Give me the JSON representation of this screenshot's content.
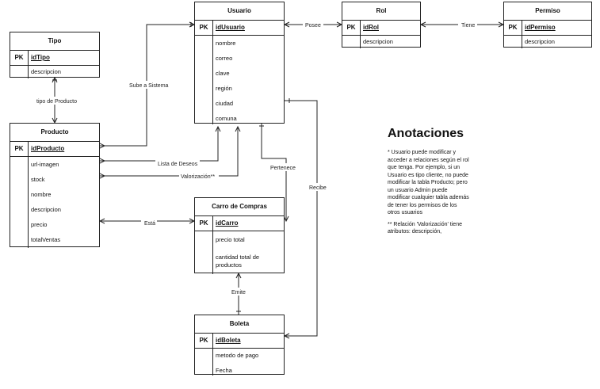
{
  "entities": {
    "tipo": {
      "title": "Tipo",
      "pk": "idTipo",
      "attrs": [
        "descripcion"
      ]
    },
    "producto": {
      "title": "Producto",
      "pk": "idProducto",
      "attrs": [
        "url-imagen",
        "stock",
        "nombre",
        "descripcion",
        "precio",
        "totalVentas"
      ]
    },
    "usuario": {
      "title": "Usuario",
      "pk": "idUsuario",
      "attrs": [
        "nombre",
        "correo",
        "clave",
        "región",
        "ciudad",
        "comuna"
      ]
    },
    "rol": {
      "title": "Rol",
      "pk": "idRol",
      "attrs": [
        "descripcion"
      ]
    },
    "permiso": {
      "title": "Permiso",
      "pk": "idPermiso",
      "attrs": [
        "descripcion"
      ]
    },
    "carro": {
      "title": "Carro de Compras",
      "pk": "idCarro",
      "attrs": [
        "precio total",
        "cantidad total de\nproductos"
      ]
    },
    "boleta": {
      "title": "Boleta",
      "pk": "idBoleta",
      "attrs": [
        "metodo de pago",
        "Fecha"
      ]
    }
  },
  "pk_label": "PK",
  "relations": {
    "posee": "Posee",
    "tiene": "Tiene",
    "tipo_de_producto": "tipo de Producto",
    "sube_a_sistema": "Sube a Sistema",
    "lista_de_deseos": "Lista de Deseos",
    "valorizacion": "Valorización**",
    "pertenece": "Pertenece",
    "recibe": "Recibe",
    "esta": "Está",
    "emite": "Emite"
  },
  "annotations": {
    "title": "Anotaciones",
    "note1": "* Usuario puede modificar y\nacceder a relaciones según el rol\nque tenga. Por ejemplo, si un\nUsuario es tipo cliente, no puede\nmodificar la tabla Producto; pero\nun usuario Admin puede\nmodificar cualquier tabla además\nde tener los permisos de los\notros usuarios",
    "note2": "** Relación 'Valorización' tiene\natributos: descripción,"
  }
}
